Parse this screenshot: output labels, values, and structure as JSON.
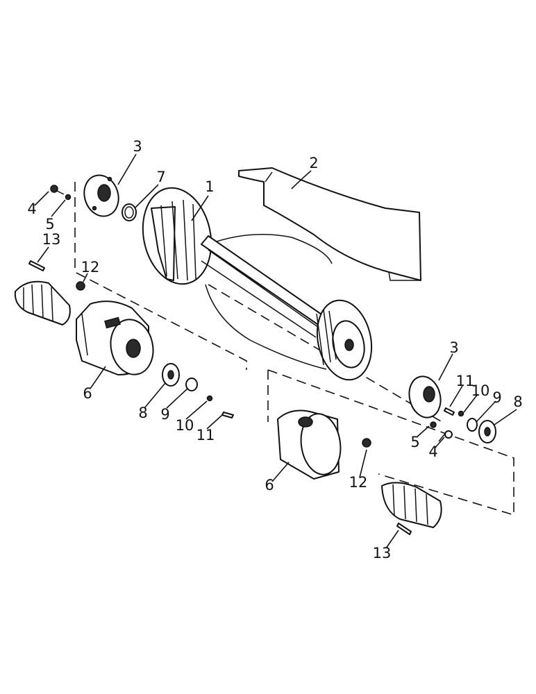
{
  "callouts": {
    "c1": "1",
    "c2": "2",
    "c3_left": "3",
    "c3_right": "3",
    "c4_left": "4",
    "c4_right": "4",
    "c5_left": "5",
    "c5_right": "5",
    "c6_left": "6",
    "c6_right": "6",
    "c7": "7",
    "c8_left": "8",
    "c8_right": "8",
    "c9_left": "9",
    "c9_right": "9",
    "c10_left": "10",
    "c10_right": "10",
    "c11_left": "11",
    "c11_right": "11",
    "c12_left": "12",
    "c12_right": "12",
    "c13_left": "13",
    "c13_right": "13"
  }
}
